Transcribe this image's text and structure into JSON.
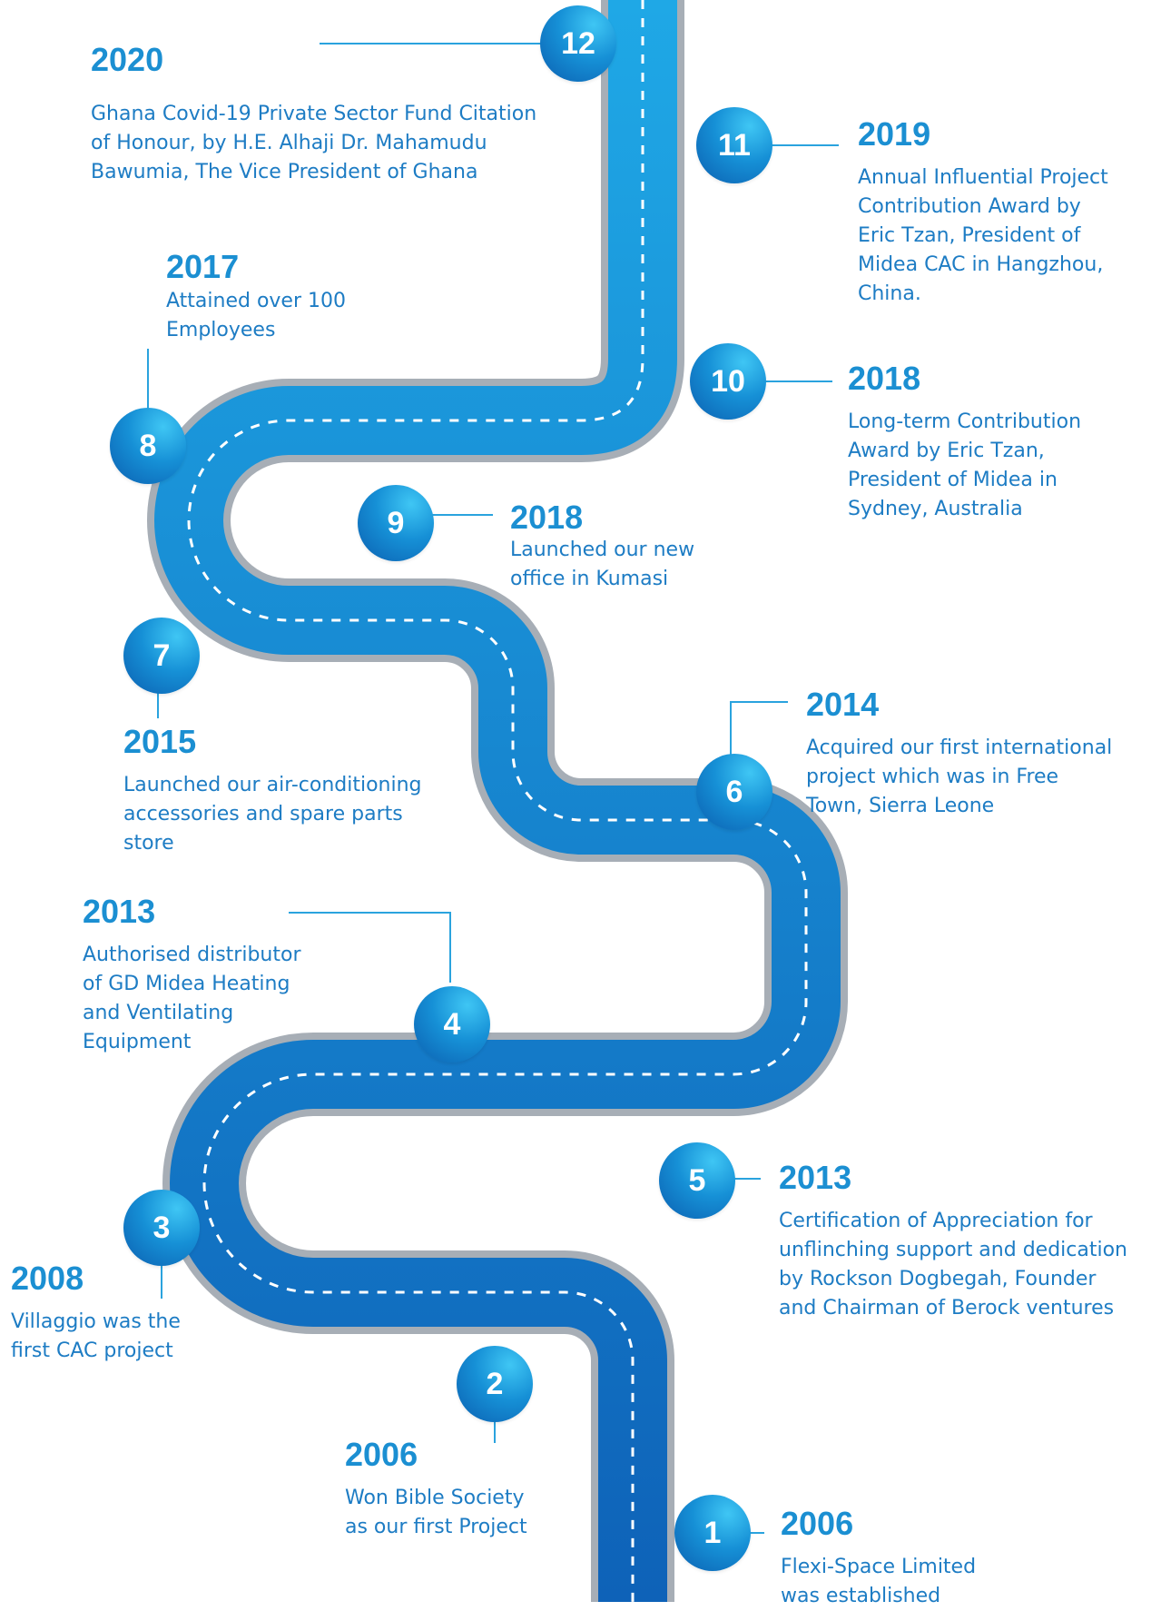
{
  "colors": {
    "road_top": "#1fa8e6",
    "road_bottom": "#0e62b8",
    "road_edge": "#a7aeb6",
    "accent_text": "#1b8fd2",
    "body_text": "#1d7cc4"
  },
  "milestones": [
    {
      "number": "1",
      "year": "2006",
      "lines": [
        "Flexi-Space Limited",
        "was established"
      ]
    },
    {
      "number": "2",
      "year": "2006",
      "lines": [
        "Won Bible Society",
        "as our first Project"
      ]
    },
    {
      "number": "3",
      "year": "2008",
      "lines": [
        "Villaggio was the",
        "first CAC project"
      ]
    },
    {
      "number": "4",
      "year": "2013",
      "lines": [
        "Authorised distributor",
        "of GD Midea Heating",
        "and Ventilating",
        "Equipment"
      ]
    },
    {
      "number": "5",
      "year": "2013",
      "lines": [
        "Certification of Appreciation for",
        "unflinching support and dedication",
        "by Rockson Dogbegah, Founder",
        "and Chairman of Berock ventures"
      ]
    },
    {
      "number": "6",
      "year": "2014",
      "lines": [
        "Acquired our first international",
        "project which was in Free",
        "Town, Sierra Leone"
      ]
    },
    {
      "number": "7",
      "year": "2015",
      "lines": [
        "Launched our air-conditioning",
        "accessories and spare parts",
        "store"
      ]
    },
    {
      "number": "8",
      "year": "2017",
      "lines": [
        "Attained over 100",
        "Employees"
      ]
    },
    {
      "number": "9",
      "year": "2018",
      "lines": [
        "Launched our new",
        "office in Kumasi"
      ]
    },
    {
      "number": "10",
      "year": "2018",
      "lines": [
        "Long-term Contribution",
        "Award by Eric Tzan,",
        "President of Midea in",
        "Sydney, Australia"
      ]
    },
    {
      "number": "11",
      "year": "2019",
      "lines": [
        "Annual Influential Project",
        "Contribution Award by",
        "Eric Tzan, President of",
        "Midea CAC in Hangzhou,",
        "China."
      ]
    },
    {
      "number": "12",
      "year": "2020",
      "lines": [
        "Ghana Covid-19 Private Sector Fund Citation",
        "of Honour, by H.E. Alhaji Dr. Mahamudu",
        "Bawumia, The Vice President of Ghana"
      ]
    }
  ]
}
